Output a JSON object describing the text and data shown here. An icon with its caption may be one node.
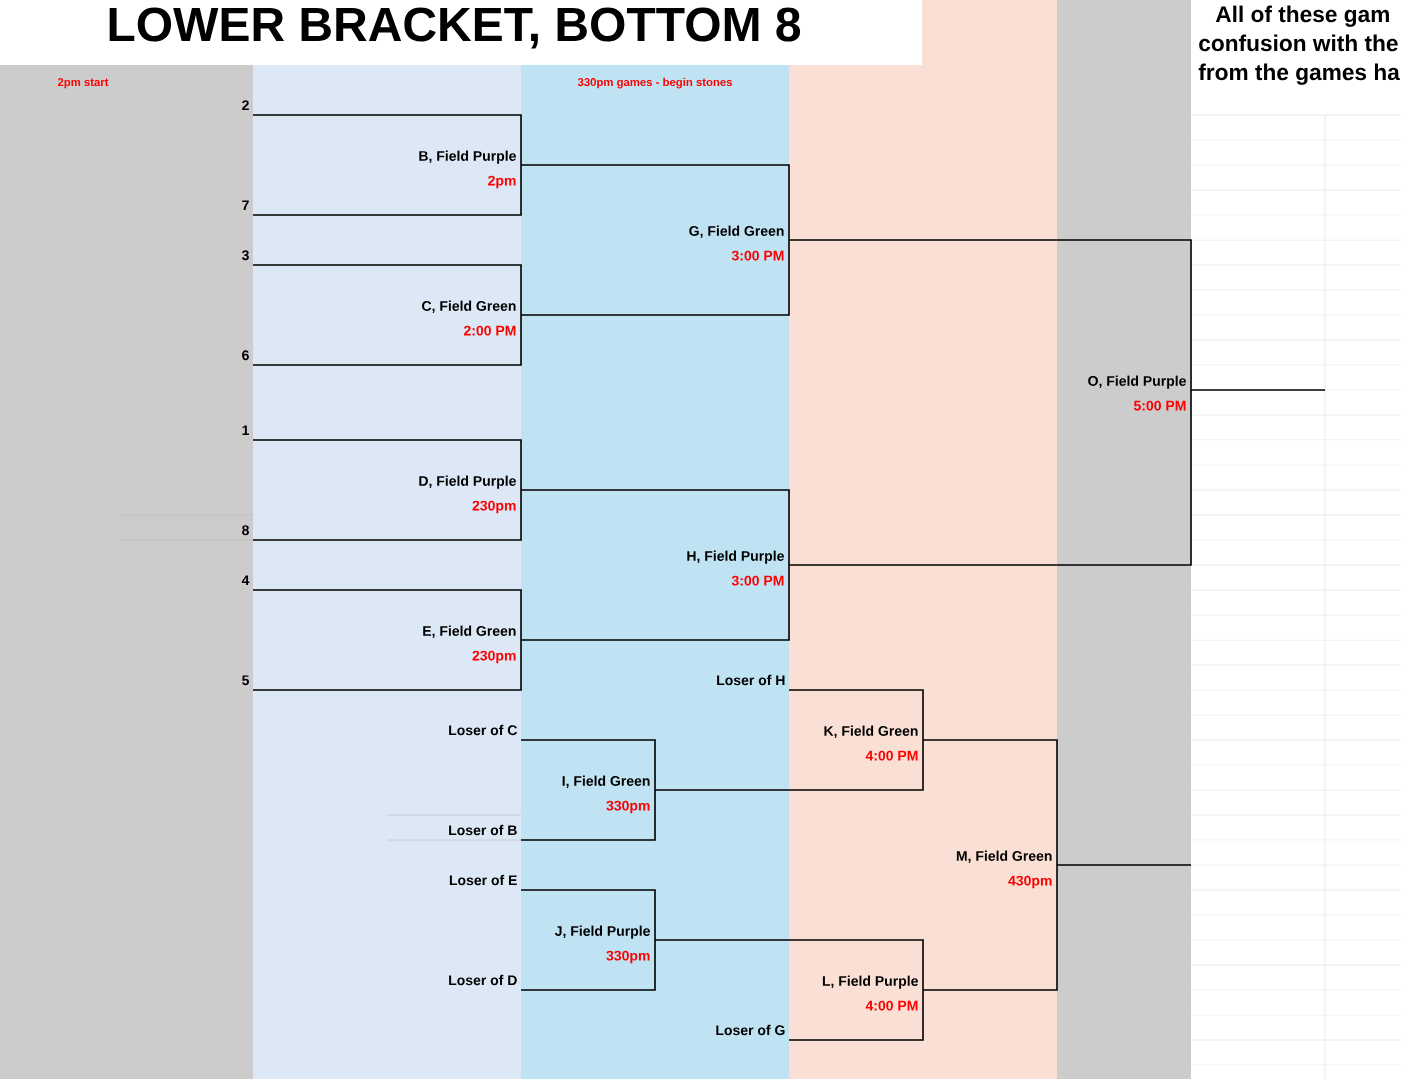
{
  "diagram": {
    "title": "LOWER BRACKET, BOTTOM 8",
    "nodes": [
      {
        "text": [
          "2"
        ]
      },
      {
        "text": [
          "B, Field Purple",
          "2pm"
        ]
      },
      {
        "text": [
          "7"
        ]
      },
      {
        "text": [
          "3"
        ]
      },
      {
        "text": [
          "C, Field Green",
          "2:00 PM"
        ]
      },
      {
        "text": [
          "6"
        ]
      },
      {
        "text": [
          "G, Field Green",
          "3:00 PM"
        ]
      },
      {
        "text": [
          "O, Field Purple",
          "5:00 PM"
        ]
      },
      {
        "text": [
          "1"
        ]
      },
      {
        "text": [
          "D, Field Purple",
          "230pm"
        ]
      },
      {
        "text": [
          "8"
        ]
      },
      {
        "text": [
          "4"
        ]
      },
      {
        "text": [
          "E, Field Green",
          "230pm"
        ]
      },
      {
        "text": [
          "5"
        ]
      },
      {
        "text": [
          "H, Field Purple",
          "3:00 PM"
        ]
      },
      {
        "text": [
          "Loser of H"
        ]
      },
      {
        "text": [
          "K, Field Green",
          "4:00 PM"
        ]
      },
      {
        "text": [
          "Loser of C"
        ]
      },
      {
        "text": [
          "I, Field Green",
          "330pm"
        ]
      },
      {
        "text": [
          "Loser of B"
        ]
      },
      {
        "text": [
          "M, Field Green",
          "430pm"
        ]
      },
      {
        "text": [
          "Loser of E"
        ]
      },
      {
        "text": [
          "J, Field Purple",
          "330pm"
        ]
      },
      {
        "text": [
          "Loser of D"
        ]
      },
      {
        "text": [
          "L, Field Purple",
          "4:00 PM"
        ]
      },
      {
        "text": [
          "Loser of G"
        ]
      }
    ],
    "edges": [
      {
        "from": 0,
        "to": 1,
        "arrow": "none"
      },
      {
        "from": 2,
        "to": 1,
        "arrow": "none"
      },
      {
        "from": 3,
        "to": 4,
        "arrow": "none"
      },
      {
        "from": 5,
        "to": 4,
        "arrow": "none"
      },
      {
        "from": 1,
        "to": 6,
        "arrow": "none"
      },
      {
        "from": 4,
        "to": 6,
        "arrow": "none"
      },
      {
        "from": 6,
        "to": 7,
        "arrow": "none"
      },
      {
        "from": 8,
        "to": 9,
        "arrow": "none"
      },
      {
        "from": 10,
        "to": 9,
        "arrow": "none"
      },
      {
        "from": 11,
        "to": 12,
        "arrow": "none"
      },
      {
        "from": 13,
        "to": 12,
        "arrow": "none"
      },
      {
        "from": 9,
        "to": 14,
        "arrow": "none"
      },
      {
        "from": 12,
        "to": 14,
        "arrow": "none"
      },
      {
        "from": 14,
        "to": 7,
        "arrow": "none"
      },
      {
        "from": 7,
        "to": null,
        "arrow": "none"
      },
      {
        "from": 15,
        "to": 16,
        "arrow": "none"
      },
      {
        "from": 17,
        "to": 18,
        "arrow": "none"
      },
      {
        "from": 19,
        "to": 18,
        "arrow": "none"
      },
      {
        "from": 18,
        "to": 16,
        "arrow": "none"
      },
      {
        "from": 16,
        "to": 20,
        "arrow": "none"
      },
      {
        "from": 21,
        "to": 22,
        "arrow": "none"
      },
      {
        "from": 23,
        "to": 22,
        "arrow": "none"
      },
      {
        "from": 22,
        "to": 24,
        "arrow": "none"
      },
      {
        "from": 25,
        "to": 24,
        "arrow": "none"
      },
      {
        "from": 24,
        "to": 20,
        "arrow": "none"
      },
      {
        "from": 20,
        "to": null,
        "arrow": "none"
      }
    ],
    "labels": [
      "2pm start",
      "330pm games - begin stones",
      "All of these gam",
      "confusion with the",
      "from the games ha"
    ]
  }
}
